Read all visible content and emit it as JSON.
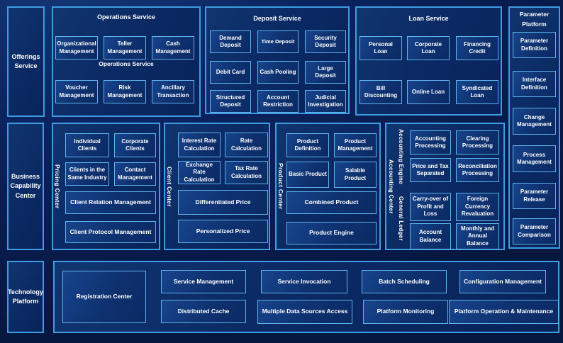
{
  "sidebar": {
    "offerings_label": "Offerings Service",
    "business_label": "Business Capability Center",
    "technology_label": "Technology Platform"
  },
  "operations": {
    "title": "Operations Service",
    "watermark": "Operations Service",
    "items": [
      "Organizational Management",
      "Teller Management",
      "Cash Management",
      "Voucher Management",
      "Risk Management",
      "Ancillary Transaction"
    ]
  },
  "deposit": {
    "title": "Deposit Service",
    "items": [
      "Demand Deposit",
      "Time Deposit",
      "Security Deposit",
      "Debit Card",
      "Cash Pooling",
      "Large Deposit",
      "Structured Deposit",
      "Account Restriction",
      "Judicial Investigation"
    ]
  },
  "loan": {
    "title": "Loan Service",
    "items": [
      "Personal Loan",
      "Corporate Loan",
      "Financing Credit",
      "Bill Discounting",
      "Online Loan",
      "Syndicated Loan"
    ]
  },
  "parameter": {
    "title": "Parameter Platform",
    "items": [
      "Parameter Definition",
      "Interface Definition",
      "Change Management",
      "Process Management",
      "Parameter Release",
      "Parameter Comparison"
    ]
  },
  "pricing": {
    "label": "Pricing Center",
    "items": [
      "Individual Clients",
      "Corporate Clients",
      "Clients in the Same Industry",
      "Contact Management",
      "Client Relation Management",
      "Client Protocol Management"
    ]
  },
  "client": {
    "label": "Client Center",
    "items": [
      "Interest Rate Calculation",
      "Rate Calculation",
      "Exchange Rate Calculation",
      "Tax Rate Calculation",
      "Differentiated Price",
      "Personalized Price"
    ]
  },
  "product": {
    "label": "Product Center",
    "items": [
      "Product Definition",
      "Product Management",
      "Basic Product",
      "Salable Product",
      "Combined Product",
      "Product Engine"
    ]
  },
  "accounting": {
    "outer_label": "Accounting Center",
    "engine_label": "Accounting Engine",
    "ledger_label": "General Ledger",
    "items": [
      "Accounting Processing",
      "Clearing Processing",
      "Price and Tax Separated",
      "Reconciliation Processing",
      "Carry-over of Profit and Loss",
      "Foreign Currency Revaluation",
      "Account Balance",
      "Monthly and Annual Balance"
    ]
  },
  "technology": {
    "registration": "Registration Center",
    "items": [
      "Service Management",
      "Service Invocation",
      "Batch Scheduling",
      "Configuration Management",
      "Distributed Cache",
      "Multiple Data Sources Access",
      "Platform Monitoring",
      "Platform Operation & Maintenance"
    ]
  },
  "colors": {
    "page_bg": "#0b2460",
    "panel_border": "#3f9ce2",
    "box_border": "#5fb2ec",
    "text": "#ffffff"
  }
}
